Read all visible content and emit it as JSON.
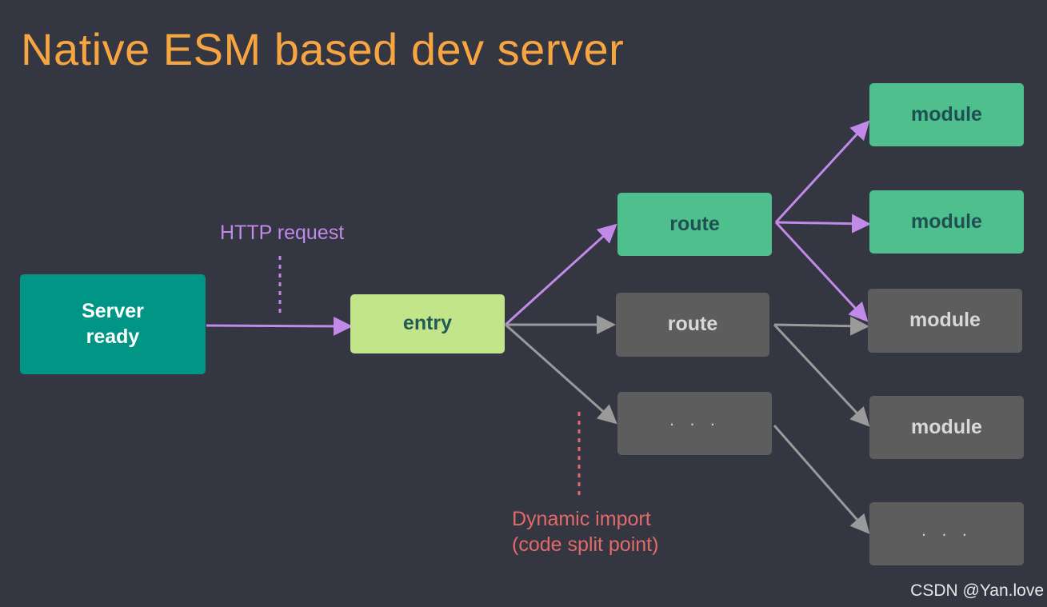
{
  "title": "Native ESM based dev server",
  "nodes": {
    "server": "Server\nready",
    "entry": "entry",
    "route_1": "route",
    "route_2": "route",
    "ellipsis_mid": "· · ·",
    "module_1": "module",
    "module_2": "module",
    "module_3": "module",
    "module_4": "module",
    "ellipsis_right": "· · ·"
  },
  "labels": {
    "http_request": "HTTP request",
    "dynamic_import_line1": "Dynamic import",
    "dynamic_import_line2": "(code split point)"
  },
  "watermark": "CSDN @Yan.love",
  "colors": {
    "background": "#343641",
    "title": "#f7a541",
    "active_arrow": "#c18ae8",
    "inactive_arrow": "#9a9a9a",
    "dynamic_import": "#e36a6a"
  }
}
